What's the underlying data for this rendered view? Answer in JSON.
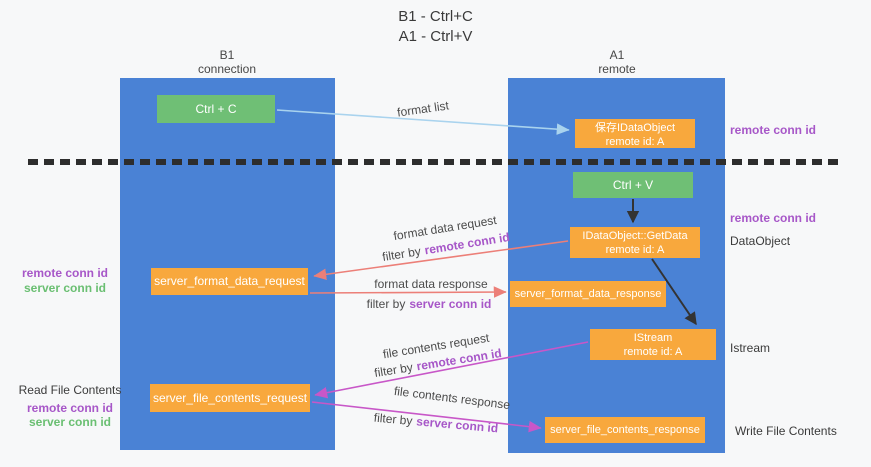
{
  "title": {
    "line1": "B1 - Ctrl+C",
    "line2": "A1 - Ctrl+V"
  },
  "lanes": {
    "left": {
      "name": "B1",
      "role": "connection"
    },
    "right": {
      "name": "A1",
      "role": "remote"
    }
  },
  "nodes": {
    "ctrl_c": {
      "label": "Ctrl + C"
    },
    "ctrl_v": {
      "label": "Ctrl + V"
    },
    "save_dataobject": {
      "line1": "保存IDataObject",
      "line2": "remote id: A"
    },
    "getdata": {
      "line1": "IDataObject::GetData",
      "line2": "remote id: A"
    },
    "istream": {
      "line1": "IStream",
      "line2": "remote id: A"
    },
    "server_format_data_request": {
      "label": "server_format_data_request"
    },
    "server_format_data_response": {
      "label": "server_format_data_response"
    },
    "server_file_contents_request": {
      "label": "server_file_contents_request"
    },
    "server_file_contents_response": {
      "label": "server_file_contents_response"
    }
  },
  "edge_labels": {
    "format_list": "format list",
    "format_data_request": "format data request",
    "format_data_response": "format data response",
    "file_contents_request": "file contents request",
    "file_contents_response": "file contents response",
    "filter_by": "filter by",
    "remote_conn_id": "remote conn id",
    "server_conn_id": "server conn id"
  },
  "annotations": {
    "right_top_remote_conn_id": "remote conn id",
    "right_mid_remote_conn_id": "remote conn id",
    "dataobject": "DataObject",
    "istream": "Istream",
    "write_file_contents": "Write File Contents",
    "left_mid_remote_conn_id": "remote conn id",
    "left_mid_server_conn_id": "server conn id",
    "read_file_contents": "Read File Contents",
    "left_bottom_remote_conn_id": "remote conn id",
    "left_bottom_server_conn_id": "server conn id"
  },
  "colors": {
    "lane_blue": "#4a82d5",
    "node_green": "#6fbf75",
    "node_orange": "#f8a83d",
    "arrow_lightblue": "#a9d3ee",
    "arrow_black": "#333333",
    "arrow_salmon": "#ec7f78",
    "arrow_magenta": "#c857c8",
    "text_purple": "#a757c8",
    "text_green": "#6abf72"
  }
}
